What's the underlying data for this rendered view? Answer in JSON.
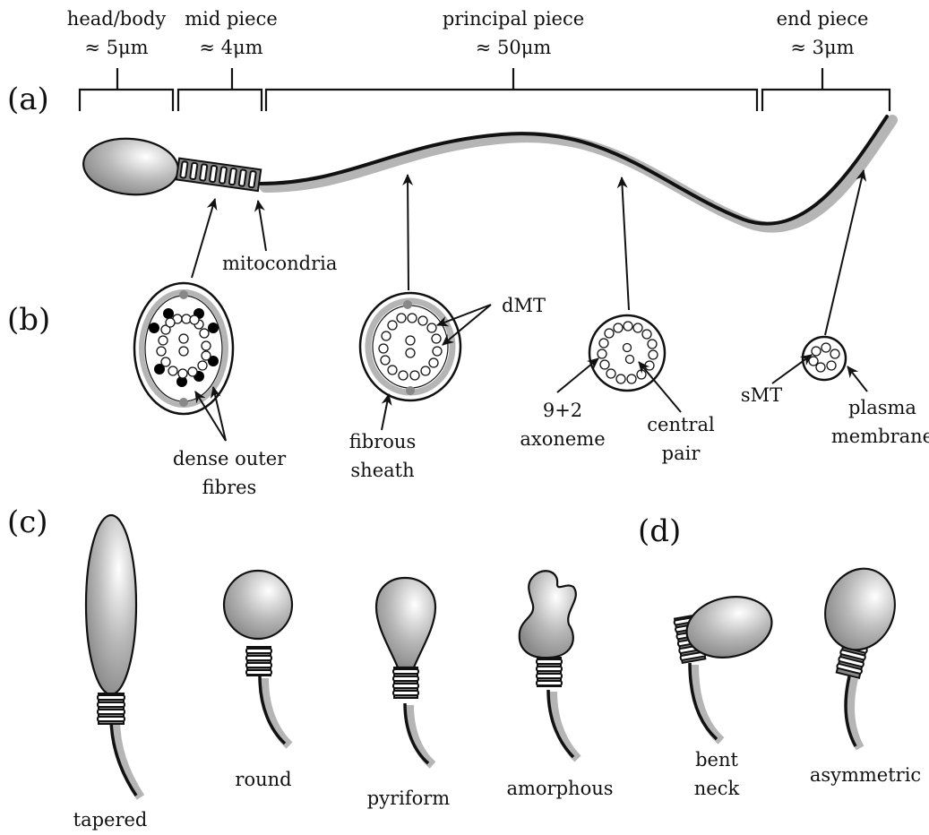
{
  "panels": {
    "a": "(a)",
    "b": "(b)",
    "c": "(c)",
    "d": "(d)"
  },
  "segments": [
    {
      "name": "head/body",
      "length": "≈ 5μm"
    },
    {
      "name": "mid piece",
      "length": "≈ 4μm"
    },
    {
      "name": "principal piece",
      "length": "≈ 50μm"
    },
    {
      "name": "end piece",
      "length": "≈ 3μm"
    }
  ],
  "labels": {
    "mitocondria": "mitocondria",
    "dMT": "dMT",
    "dense_outer_fibres": [
      "dense outer",
      "fibres"
    ],
    "fibrous_sheath": [
      "fibrous",
      "sheath"
    ],
    "axoneme": [
      "9+2",
      "axoneme"
    ],
    "central_pair": [
      "central",
      "pair"
    ],
    "sMT": "sMT",
    "plasma_membrane": [
      "plasma",
      "membrane"
    ]
  },
  "morphologies_c": [
    "tapered",
    "round",
    "pyriform",
    "amorphous"
  ],
  "morphologies_d": [
    [
      "bent",
      "neck"
    ],
    "asymmetric"
  ],
  "colors": {
    "ink": "#111111",
    "grey": "#b5b5b5",
    "head_light": "#ffffff",
    "head_dark": "#8c8c8c",
    "dark_fibre": "#000000"
  }
}
